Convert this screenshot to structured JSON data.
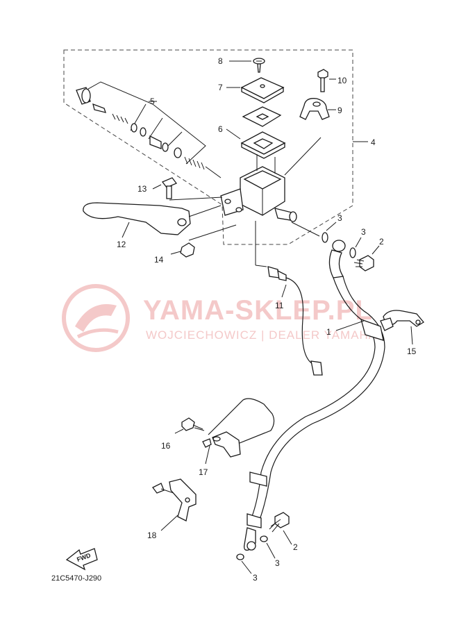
{
  "watermark": {
    "title": "YAMA-SKLEP.PL",
    "subtitle": "WOJCIECHOWICZ | DEALER YAMAHA"
  },
  "diagram_code": "21C5470-J290",
  "fwd_label": "FWD",
  "callouts": {
    "c1": "1",
    "c2a": "2",
    "c2b": "2",
    "c3a": "3",
    "c3b": "3",
    "c3c": "3",
    "c3d": "3",
    "c4": "4",
    "c5": "5",
    "c6": "6",
    "c7": "7",
    "c8": "8",
    "c9": "9",
    "c10": "10",
    "c11": "11",
    "c12": "12",
    "c13": "13",
    "c14": "14",
    "c15": "15",
    "c16": "16",
    "c17": "17",
    "c18": "18"
  },
  "colors": {
    "line": "#1a1a1a",
    "watermark": "#f4c9c9"
  }
}
